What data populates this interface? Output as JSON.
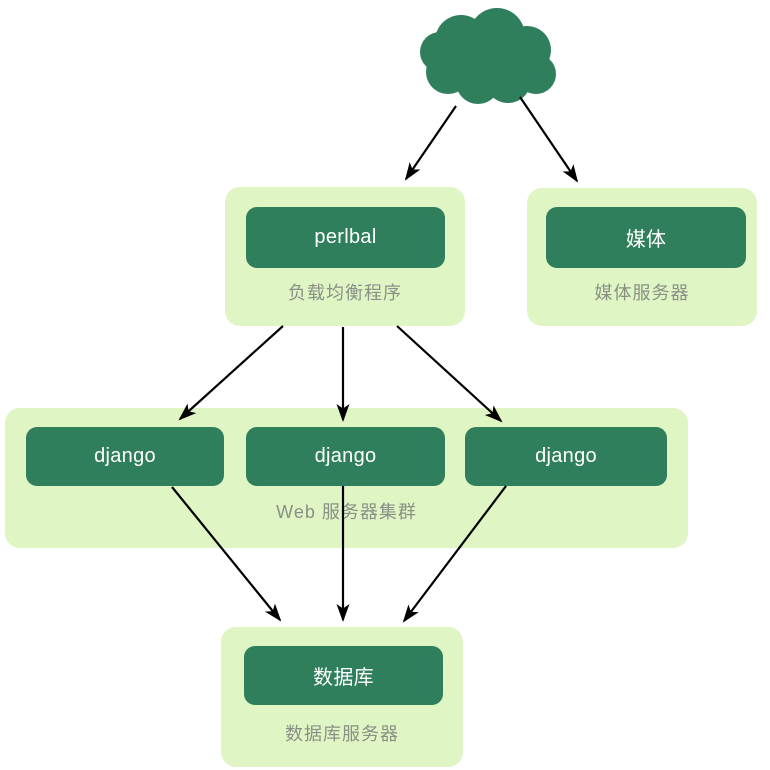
{
  "colors": {
    "node_fill": "#2f7e5c",
    "group_fill": "#dff5c3",
    "node_text": "#ffffff",
    "caption_text": "#8a9087",
    "arrow": "#000000",
    "background": "#ffffff"
  },
  "icons": {
    "cloud": "internet-cloud-icon"
  },
  "load_balancer": {
    "node": "perlbal",
    "caption": "负载均衡程序"
  },
  "media": {
    "node": "媒体",
    "caption": "媒体服务器"
  },
  "web_cluster": {
    "nodes": [
      "django",
      "django",
      "django"
    ],
    "caption": "Web 服务器集群"
  },
  "database": {
    "node": "数据库",
    "caption": "数据库服务器"
  }
}
